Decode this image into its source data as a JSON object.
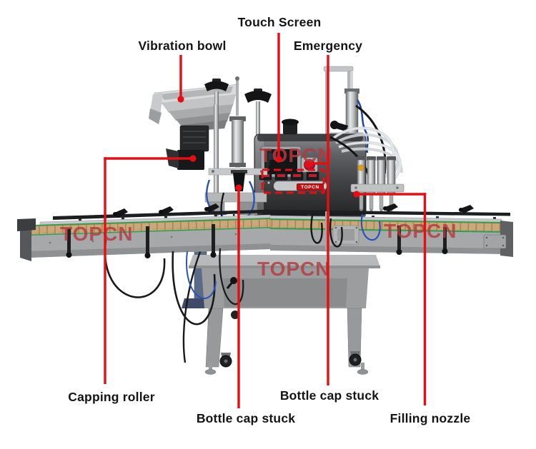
{
  "page": {
    "background": "#ffffff",
    "description": "Annotated product photo of an automatic bottle filling and capping machine line"
  },
  "watermark": {
    "text": "TOPCN"
  },
  "brand_plate": {
    "text": "TOPCN"
  },
  "annotations": {
    "touch_screen": {
      "label": "Touch Screen"
    },
    "vibration_bowl": {
      "label": "Vibration bowl"
    },
    "emergency": {
      "label": "Emergency"
    },
    "capping_roller": {
      "label": "Capping roller"
    },
    "bottle_cap_stuck_center": {
      "label": "Bottle cap stuck"
    },
    "bottle_cap_stuck_right": {
      "label": "Bottle cap stuck"
    },
    "filling_nozzle": {
      "label": "Filling nozzle"
    }
  },
  "colors": {
    "annotation_red": "#e60e12",
    "watermark_red": "#b23a3e",
    "emergency_button_red": "#c41230",
    "belt_tan": "#c9a87c",
    "belt_stripe_green": "#2f9e4f",
    "machine_body_dark": "#3f4143"
  }
}
